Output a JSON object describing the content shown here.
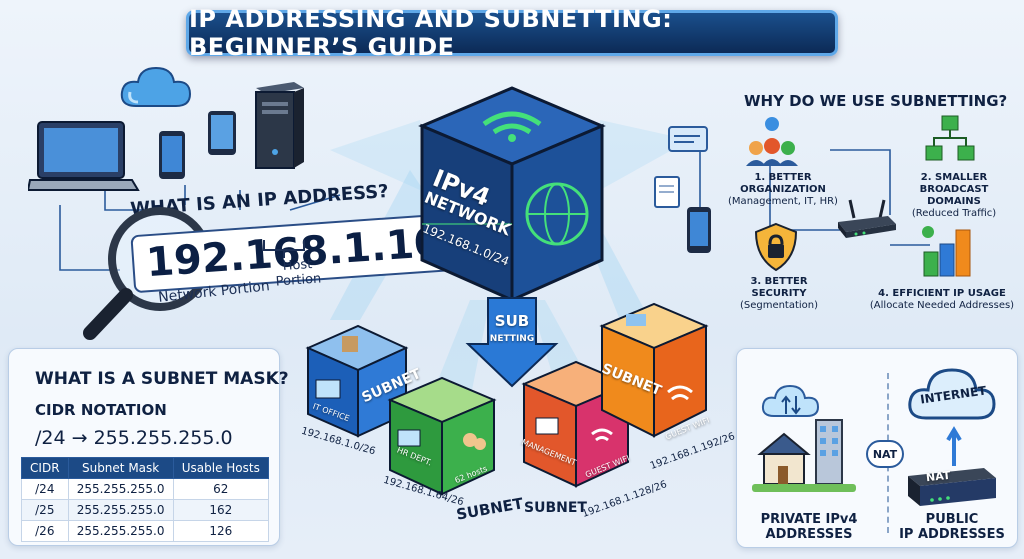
{
  "title": "IP ADDRESSING AND SUBNETTING: BEGINNER’S GUIDE",
  "ip_section": {
    "heading": "WHAT IS AN IP ADDRESS?",
    "ip": "192.168.1.10",
    "network_label": "Network Portion",
    "host_label": "Host Portion"
  },
  "mask_section": {
    "heading": "WHAT IS A SUBNET MASK?",
    "cidr_heading": "CIDR NOTATION",
    "example_cidr": "/24",
    "example_arrow": "→",
    "example_mask": "255.255.255.0",
    "table": {
      "headers": [
        "CIDR",
        "Subnet Mask",
        "Usable Hosts"
      ],
      "rows": [
        [
          "/24",
          "255.255.255.0",
          "62"
        ],
        [
          "/25",
          "255.255.255.0",
          "162"
        ],
        [
          "/26",
          "255.255.255.0",
          "126"
        ]
      ]
    }
  },
  "center": {
    "cube_title": "IPv4",
    "cube_sub": "NETWORK",
    "cube_net": "192.168.1.0/24",
    "arrow_top": "SUB",
    "arrow_bottom": "NETTING"
  },
  "subnets": [
    {
      "label": "SUBNET",
      "dept": "IT OFFICE",
      "net": "192.168.1.0/26"
    },
    {
      "label": "SUBNET",
      "dept": "HR DEPT.",
      "net": "192.168.1.64/26",
      "hosts": "62 hosts"
    },
    {
      "label": "SUBNET",
      "dept": "MANAGEMENT",
      "net": "192.168.1.128/26",
      "extra": "GUEST WIFI"
    },
    {
      "label": "SUBNET",
      "dept": "GUEST WIFI",
      "net": "192.168.1.192/26"
    }
  ],
  "why": {
    "heading": "WHY DO WE USE SUBNETTING?",
    "reasons": [
      {
        "title": "1. BETTER ORGANIZATION",
        "sub": "(Management, IT, HR)"
      },
      {
        "title": "2. SMALLER BROADCAST DOMAINS",
        "sub": "(Reduced Traffic)"
      },
      {
        "title": "3. BETTER SECURITY",
        "sub": "(Segmentation)"
      },
      {
        "title": "4. EFFICIENT IP USAGE",
        "sub": "(Allocate Needed Addresses)"
      }
    ]
  },
  "nat_section": {
    "internet": "INTERNET",
    "nat_badge": "NAT",
    "router_label": "NAT",
    "private_line1": "PRIVATE IPv4",
    "private_line2": "ADDRESSES",
    "public_line1": "PUBLIC",
    "public_line2": "IP ADDRESSES"
  },
  "colors": {
    "title_bg": "#0c2a56",
    "cube_blue": "#1c5fb8",
    "cube_green": "#2e9a3e",
    "cube_red": "#e2572b",
    "cube_orange": "#f08a1c",
    "accent": "#1c4a86"
  }
}
